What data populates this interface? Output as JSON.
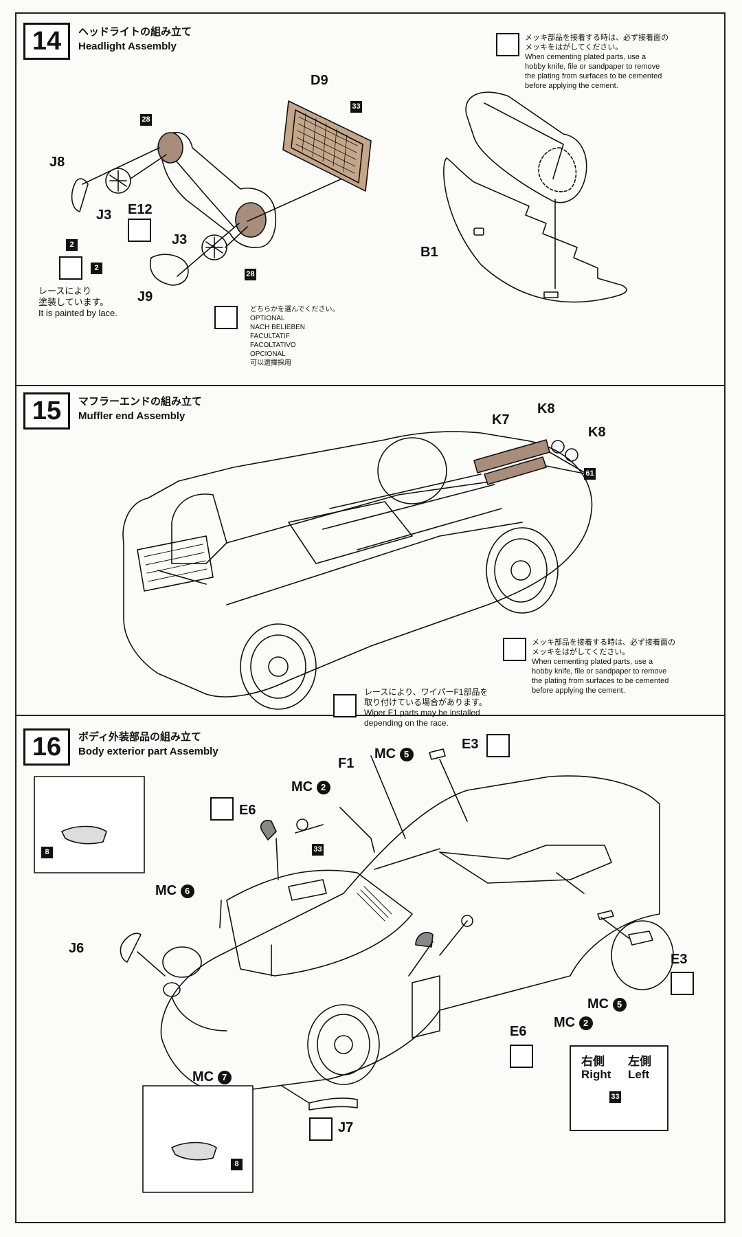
{
  "steps": [
    {
      "num": "14",
      "title_jp": "ヘッドライトの組み立て",
      "title_en": "Headlight Assembly"
    },
    {
      "num": "15",
      "title_jp": "マフラーエンドの組み立て",
      "title_en": "Muffler end Assembly"
    },
    {
      "num": "16",
      "title_jp": "ボディ外装部品の組み立て",
      "title_en": "Body exterior part Assembly"
    }
  ],
  "plating_note": {
    "jp1": "メッキ部品を接着する時は、必ず接着面の",
    "jp2": "メッキをはがしてください。",
    "en1": "When cementing plated parts, use a",
    "en2": "hobby knife, file or sandpaper to remove",
    "en3": "the plating from surfaces to be cemented",
    "en4": "before applying the cement."
  },
  "lace_note": {
    "jp1": "レースにより",
    "jp2": "塗装しています。",
    "en": "It is painted by lace."
  },
  "optional_note": {
    "jp": "どちらかを選んでください。",
    "l1": "OPTIONAL",
    "l2": "NACH BELIEBEN",
    "l3": "FACULTATIF",
    "l4": "FACOLTATIVO",
    "l5": "OPCIONAL",
    "l6": "可以選擇採用"
  },
  "wiper_note": {
    "jp1": "レースにより、ワイパーF1部品を",
    "jp2": "取り付けている場合があります。",
    "en1": "Wiper F1 parts may be installed",
    "en2": "depending on the race."
  },
  "parts14": {
    "d9": "D9",
    "j8": "J8",
    "j3a": "J3",
    "e12": "E12",
    "j3b": "J3",
    "j9": "J9",
    "b1": "B1"
  },
  "parts15": {
    "k7": "K7",
    "k8a": "K8",
    "k8b": "K8"
  },
  "parts16": {
    "mc": "MC",
    "f1": "F1",
    "e3a": "E3",
    "e6a": "E6",
    "j6": "J6",
    "e3b": "E3",
    "e6b": "E6",
    "j7": "J7"
  },
  "circles": {
    "c5": "5",
    "c2": "2",
    "c6": "6",
    "c7": "7"
  },
  "badges": {
    "b28": "28",
    "b33": "33",
    "b2": "2",
    "b61": "61",
    "b8": "8"
  },
  "right_left": {
    "right_jp": "右側",
    "left_jp": "左側",
    "right_en": "Right",
    "left_en": "Left"
  }
}
